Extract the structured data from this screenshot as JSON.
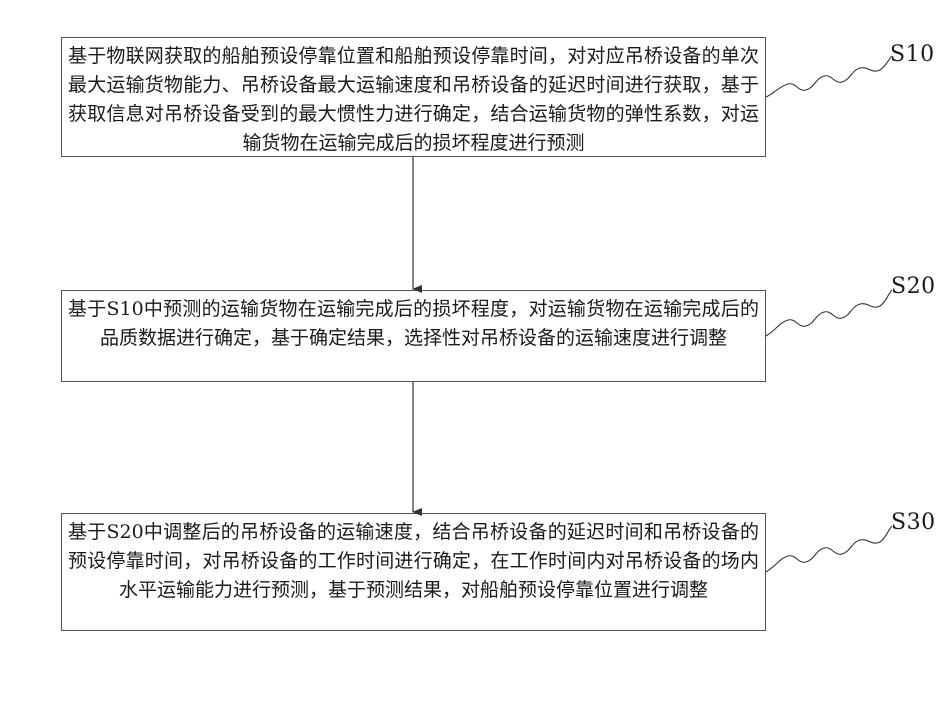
{
  "steps": [
    {
      "id": "S10",
      "label": "S10",
      "text": "基于物联网获取的船舶预设停靠位置和船舶预设停靠时间，对对应吊桥设备的单次最大运输货物能力、吊桥设备最大运输速度和吊桥设备的延迟时间进行获取，基于获取信息对吊桥设备受到的最大惯性力进行确定，结合运输货物的弹性系数，对运输货物在运输完成后的损坏程度进行预测"
    },
    {
      "id": "S20",
      "label": "S20",
      "text": "基于S10中预测的运输货物在运输完成后的损坏程度，对运输货物在运输完成后的品质数据进行确定，基于确定结果，选择性对吊桥设备的运输速度进行调整"
    },
    {
      "id": "S30",
      "label": "S30",
      "text": "基于S20中调整后的吊桥设备的运输速度，结合吊桥设备的延迟时间和吊桥设备的预设停靠时间，对吊桥设备的工作时间进行确定，在工作时间内对吊桥设备的场内水平运输能力进行预测，基于预测结果，对船舶预设停靠位置进行调整"
    }
  ],
  "colors": {
    "box_border": "#555555",
    "arrow": "#333333",
    "text": "#1a1a1a"
  }
}
